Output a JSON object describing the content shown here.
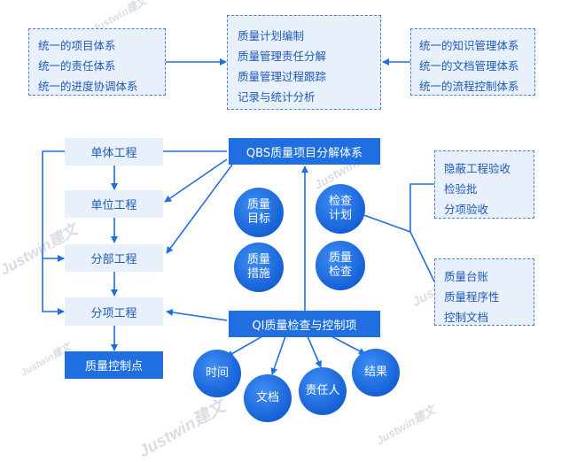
{
  "watermark": "Justwin建文",
  "top_left_box": [
    "统一的项目体系",
    "统一的责任体系",
    "统一的进度协调体系"
  ],
  "top_center_box": [
    "质量计划编制",
    "质量管理责任分解",
    "质量管理过程跟踪",
    "记录与统计分析"
  ],
  "top_right_box": [
    "统一的知识管理体系",
    "统一的文档管理体系",
    "统一的流程控制体系"
  ],
  "hierarchy": {
    "item1": "单体工程",
    "item2": "单位工程",
    "item3": "分部工程",
    "item4": "分项工程",
    "item5": "质量控制点"
  },
  "qbs_title": "QBS质量项目分解体系",
  "qi_title": "QI质量检查与控制项",
  "circles": {
    "quality_target": [
      "质量",
      "目标"
    ],
    "inspection_plan": [
      "检查",
      "计划"
    ],
    "quality_measures": [
      "质量",
      "措施"
    ],
    "quality_inspection": [
      "质量",
      "检查"
    ],
    "time": "时间",
    "document": "文档",
    "responsible": "责任人",
    "result": "结果"
  },
  "right_box_top": [
    "隐蔽工程验收",
    "检验批",
    "分项验收"
  ],
  "right_box_bottom": [
    "质量台账",
    "质量程序性",
    "控制文档"
  ],
  "colors": {
    "primary": "#1f6fe0",
    "light_fill": "#e8f0fb",
    "text": "#1e5ab8",
    "line": "#1f6fe0"
  }
}
